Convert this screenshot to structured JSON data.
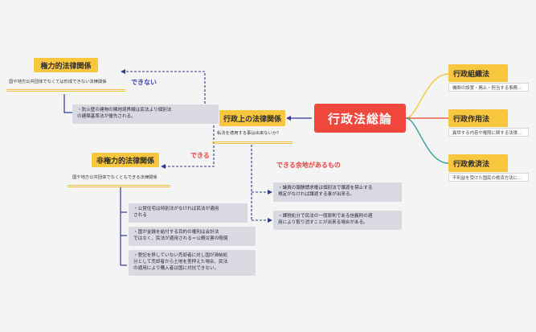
{
  "root": {
    "title": "行政法総論"
  },
  "right": [
    {
      "title": "行政組織法",
      "desc": "機関の設置・廃止・担当する事務..."
    },
    {
      "title": "行政作用法",
      "desc": "異世する内容や権限に関する法律..."
    },
    {
      "title": "行政救済法",
      "desc": "不利益を受けた国民の救済方法に..."
    }
  ],
  "center": {
    "title": "行政上の法律関係",
    "subtitle": "私法を適用する事は出来ないか?"
  },
  "power": {
    "title": "権力的法律関係",
    "subtitle": "国や地方公共団体でなくては形成できない法律関係",
    "link_label": "できない",
    "note": [
      "・防火壁の建物の隣地境界線は民法より個別法",
      "の建築基準法が優先される。"
    ]
  },
  "nonpower": {
    "title": "非権力的法律関係",
    "subtitle": "国や地方公共団体でなくともできる法律関係",
    "link_label": "できる",
    "notes": [
      [
        "・公営住宅は特別法がなければ民法が適用",
        "される"
      ],
      [
        "・国が金銭を給付する目的の権利は会計法",
        "ではなく、民法が適用される＝公務災害の賠償"
      ],
      [
        "・登記を移していない売却者に対し国が滞納処",
        "分として売却者から土地を差押えた場合、民法",
        "の適用により購入者は国に対抗できない。"
      ]
    ]
  },
  "possible": {
    "label": "できる余地があるもの",
    "notes": [
      [
        "・議員の報酬請求権は個別法で譲渡を禁止する",
        "規定がなければ譲渡する事が出来る。"
      ],
      [
        "・課税処分で民法の一般原則である信義則の適",
        "用により取り消すことが出来る場合がある。"
      ]
    ]
  },
  "colors": {
    "accent_yellow": "#f8c73e",
    "root_red": "#ef473c",
    "link_blue": "#2f3b8f",
    "note_gray": "#d9d9e2"
  }
}
